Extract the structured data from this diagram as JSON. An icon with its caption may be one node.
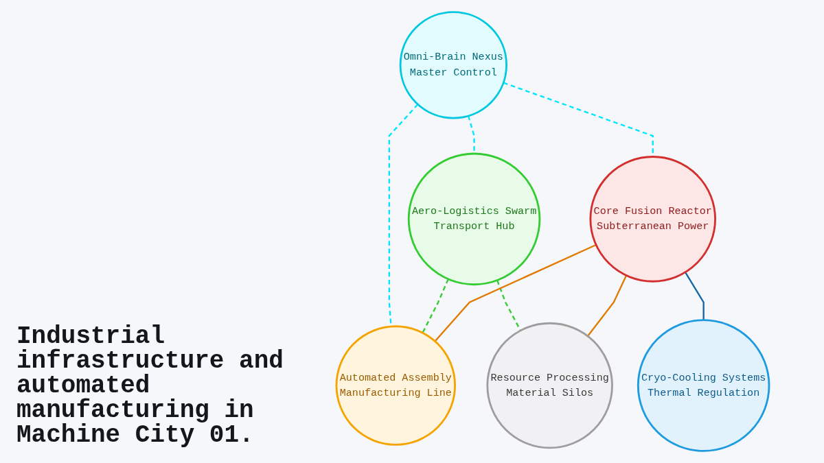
{
  "diagram": {
    "title": "Industrial infrastructure and automated manufacturing in Machine City 01.",
    "nodes": [
      {
        "text": [
          "Omni-Brain Nexus",
          "Master Control"
        ]
      },
      {
        "text": [
          "Aero-Logistics Swarm",
          "Transport Hub"
        ]
      },
      {
        "text": [
          "Automated Assembly",
          "Manufacturing Line"
        ]
      },
      {
        "text": [
          "Resource Processing",
          "Material Silos"
        ]
      },
      {
        "text": [
          "Cryo-Cooling Systems",
          "Thermal Regulation"
        ]
      },
      {
        "text": [
          "Core Fusion Reactor",
          "Subterranean Power"
        ]
      }
    ],
    "edges": [
      {
        "from": 0,
        "to": 2,
        "arrow": "none",
        "style": "dashed",
        "color": "#00e5ff"
      },
      {
        "from": 0,
        "to": 1,
        "arrow": "none",
        "style": "dashed",
        "color": "#00e5ff"
      },
      {
        "from": 0,
        "to": 5,
        "arrow": "none",
        "style": "dashed",
        "color": "#00e5ff"
      },
      {
        "from": 1,
        "to": 2,
        "arrow": "none",
        "style": "dashed",
        "color": "#33cc33"
      },
      {
        "from": 1,
        "to": 3,
        "arrow": "none",
        "style": "dashed",
        "color": "#33cc33"
      },
      {
        "from": 5,
        "to": 2,
        "arrow": "none",
        "color": "#e07a00"
      },
      {
        "from": 5,
        "to": 3,
        "arrow": "none",
        "color": "#e07a00"
      },
      {
        "from": 5,
        "to": 4,
        "arrow": "none",
        "color": "#1467a6"
      }
    ]
  }
}
